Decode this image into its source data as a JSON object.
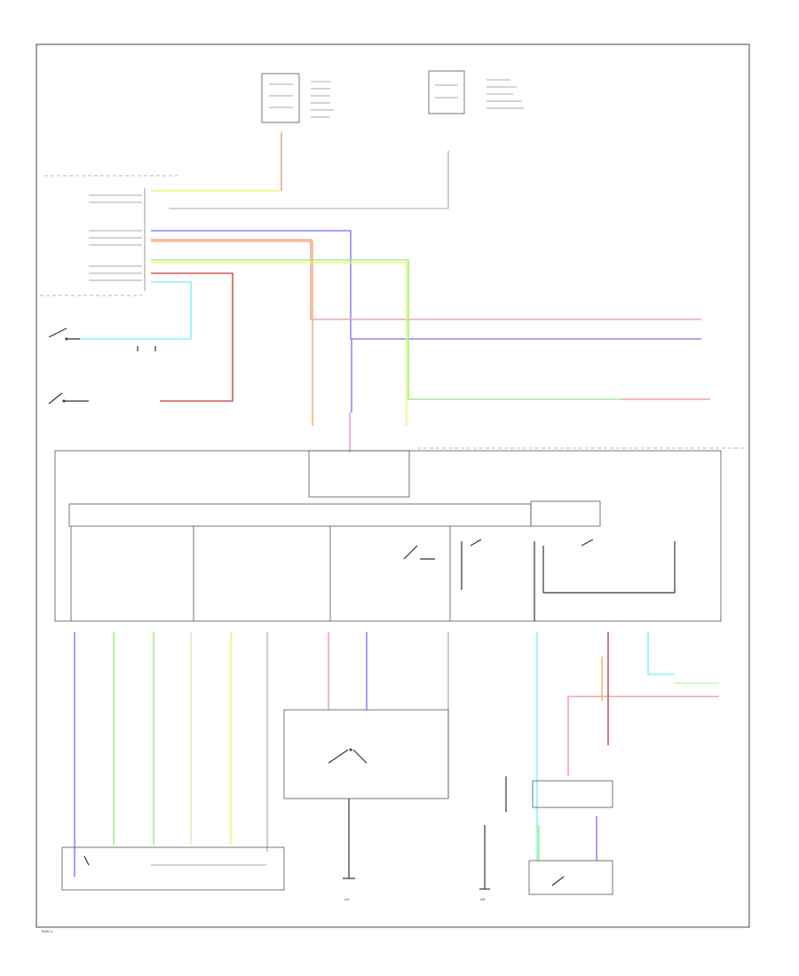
{
  "wire_colors": {
    "red": "#f4a3a3",
    "blue": "#8a8af5",
    "green": "#9ef08a",
    "yellow": "#f2f27a",
    "lt_green": "#bdf7b2",
    "orange": "#f5b27a",
    "pink": "#f59ae6",
    "cyan": "#8cf0f0",
    "dark_red": "#c85a5a",
    "tan": "#ece6c6"
  },
  "labels": {
    "footer": "TMIS-1",
    "ground_center": "G4",
    "ground_right": "G5"
  }
}
